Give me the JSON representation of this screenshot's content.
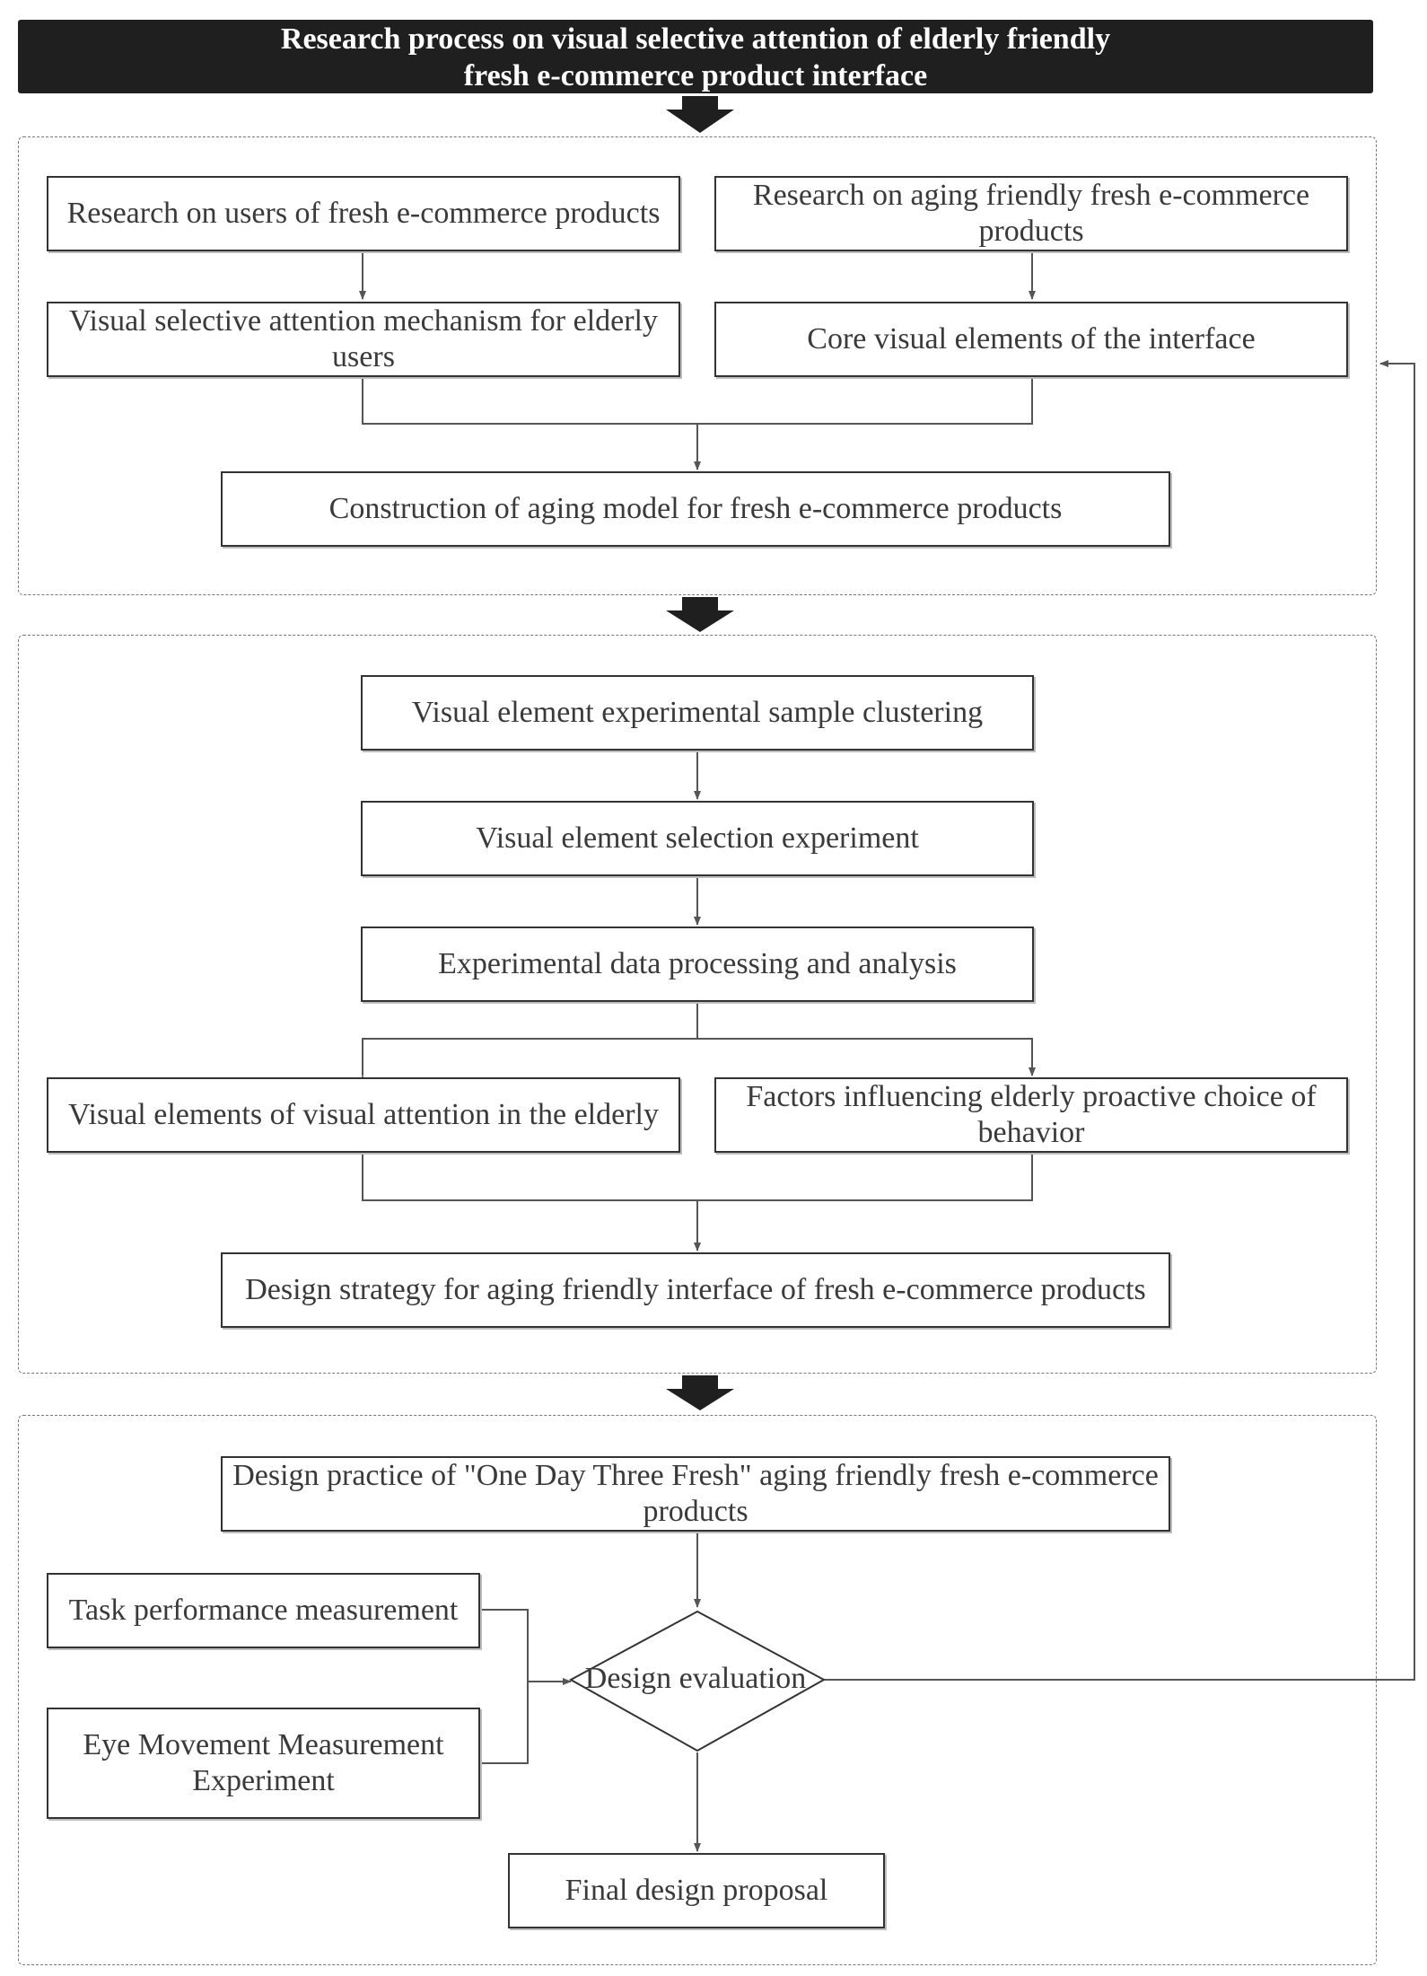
{
  "title": {
    "line1": "Research process on visual selective attention of elderly friendly",
    "line2": "fresh e-commerce product interface"
  },
  "section1": {
    "users_research": "Research on users of fresh e-commerce products",
    "aging_research": "Research on aging friendly fresh e-commerce products",
    "attention_mechanism": "Visual selective attention mechanism for elderly users",
    "core_elements": "Core visual elements of the interface",
    "aging_model": "Construction of aging model for fresh e-commerce products"
  },
  "section2": {
    "sample_clustering": "Visual element experimental sample clustering",
    "selection_experiment": "Visual element selection experiment",
    "data_analysis": "Experimental data processing and analysis",
    "visual_attention_elements": "Visual elements of visual attention in the elderly",
    "proactive_factors": "Factors influencing elderly proactive choice of behavior",
    "design_strategy": "Design strategy for aging friendly interface of fresh e-commerce products"
  },
  "section3": {
    "design_practice": "Design practice of \"One Day Three Fresh\" aging friendly fresh e-commerce products",
    "task_performance": "Task performance measurement",
    "eye_movement": "Eye Movement Measurement Experiment",
    "design_evaluation": "Design evaluation",
    "final_proposal": "Final design proposal"
  },
  "colors": {
    "banner": "#1f1f1f",
    "line": "#555555",
    "box_border": "#333333",
    "dashed": "#777777"
  }
}
